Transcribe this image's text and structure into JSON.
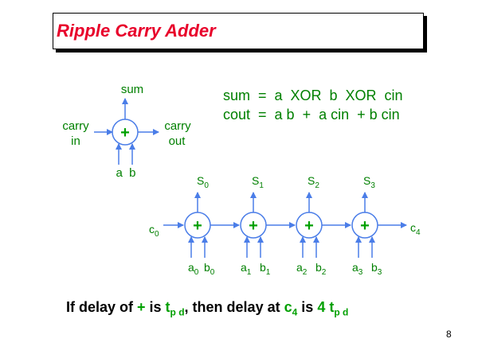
{
  "title": "Ripple Carry Adder",
  "single_adder": {
    "op": "+",
    "sum_label": "sum",
    "carry_in_line1": "carry",
    "carry_in_line2": "in",
    "carry_out_line1": "carry",
    "carry_out_line2": "out",
    "inputs_label": "a  b"
  },
  "equations": {
    "sum": "sum  =  a  XOR  b  XOR  cin",
    "cout": "cout  =  a b  +  a cin  + b cin"
  },
  "chain": {
    "carry_in": {
      "base": "c",
      "sub": "0"
    },
    "carry_out": {
      "base": "c",
      "sub": "4"
    },
    "stages": [
      {
        "op": "+",
        "sum": {
          "base": "S",
          "sub": "0"
        },
        "a": {
          "base": "a",
          "sub": "0"
        },
        "b": {
          "base": "b",
          "sub": "0"
        }
      },
      {
        "op": "+",
        "sum": {
          "base": "S",
          "sub": "1"
        },
        "a": {
          "base": "a",
          "sub": "1"
        },
        "b": {
          "base": "b",
          "sub": "1"
        }
      },
      {
        "op": "+",
        "sum": {
          "base": "S",
          "sub": "2"
        },
        "a": {
          "base": "a",
          "sub": "2"
        },
        "b": {
          "base": "b",
          "sub": "2"
        }
      },
      {
        "op": "+",
        "sum": {
          "base": "S",
          "sub": "3"
        },
        "a": {
          "base": "a",
          "sub": "3"
        },
        "b": {
          "base": "b",
          "sub": "3"
        }
      }
    ]
  },
  "bottom": {
    "p1": "If delay of ",
    "plus": "+",
    "p2": " is ",
    "t": "t",
    "pd": "p d",
    "p3": ", then delay at ",
    "c": "c",
    "c_sub": "4",
    "p4": " is ",
    "four_t": "4 t",
    "pd2": "p d"
  },
  "page_number": "8",
  "colors": {
    "wire": "#4a7de8",
    "text": "#008000",
    "title": "#e8002a"
  }
}
